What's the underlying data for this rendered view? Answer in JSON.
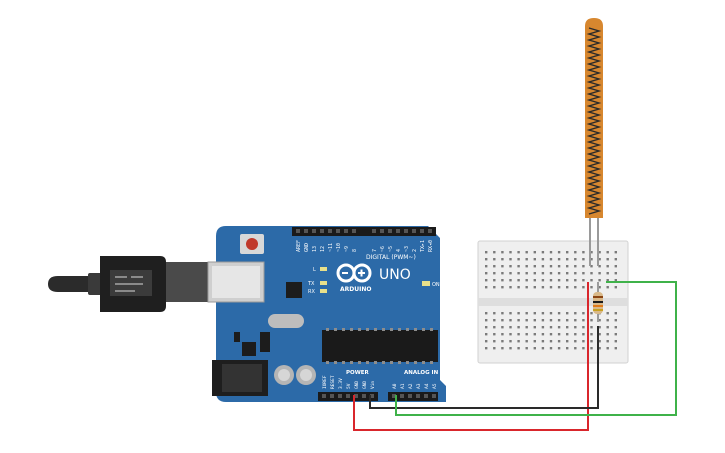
{
  "board": {
    "name": "UNO",
    "brand": "ARDUINO",
    "digital_label": "DIGITAL (PWM~)",
    "power_label": "POWER",
    "analog_label": "ANALOG IN",
    "on_label": "ON",
    "led_l": "L",
    "led_tx": "TX",
    "led_rx": "RX",
    "digital_pins": [
      "AREF",
      "GND",
      "13",
      "12",
      "~11",
      "~10",
      "~9",
      "8",
      "7",
      "~6",
      "~5",
      "4",
      "~3",
      "2",
      "TX▸1",
      "RX◂0"
    ],
    "power_pins": [
      "IOREF",
      "RESET",
      "3.3V",
      "5V",
      "GND",
      "GND",
      "Vin"
    ],
    "analog_pins": [
      "A0",
      "A1",
      "A2",
      "A3",
      "A4",
      "A5"
    ]
  },
  "colors": {
    "board": "#2c6aa8",
    "wire_red": "#d9262c",
    "wire_black": "#2a2a2a",
    "wire_green": "#3fb24a",
    "breadboard": "#efefef",
    "flex_sensor": "#d7872f"
  },
  "icons": {
    "usb": "usb-cable-icon",
    "logo": "arduino-infinity-logo-icon"
  }
}
